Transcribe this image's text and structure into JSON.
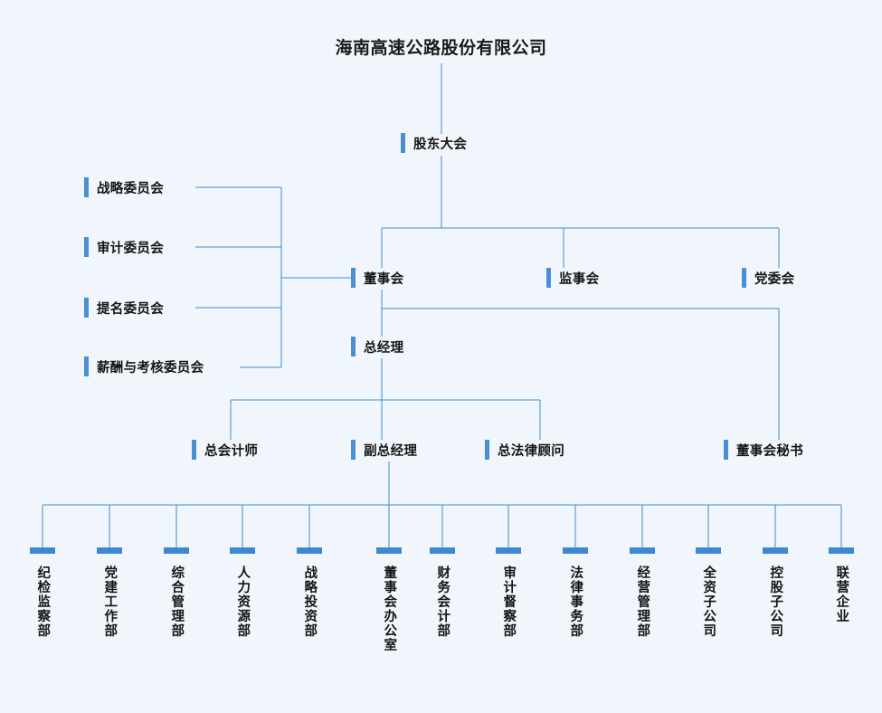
{
  "chart": {
    "title": "海南高速公路股份有限公司",
    "background_color": "#f1f6fc",
    "connector_color": "#3f8ccc",
    "marker_color": "#4a8ed4",
    "text_color": "#141414"
  },
  "nodes": {
    "shareholders": {
      "label": "股东大会"
    },
    "board": {
      "label": "董事会"
    },
    "supervisory": {
      "label": "监事会"
    },
    "party": {
      "label": "党委会"
    },
    "general_manager": {
      "label": "总经理"
    }
  },
  "committees": [
    {
      "label": "战略委员会"
    },
    {
      "label": "审计委员会"
    },
    {
      "label": "提名委员会"
    },
    {
      "label": "薪酬与考核委员会"
    }
  ],
  "executives": [
    {
      "label": "总会计师"
    },
    {
      "label": "副总经理"
    },
    {
      "label": "总法律顾问"
    },
    {
      "label": "董事会秘书"
    }
  ],
  "departments": [
    {
      "label": "纪检监察部"
    },
    {
      "label": "党建工作部"
    },
    {
      "label": "综合管理部"
    },
    {
      "label": "人力资源部"
    },
    {
      "label": "战略投资部"
    },
    {
      "label": "董事会办公室"
    },
    {
      "label": "财务会计部"
    },
    {
      "label": "审计督察部"
    },
    {
      "label": "法律事务部"
    },
    {
      "label": "经营管理部"
    },
    {
      "label": "全资子公司"
    },
    {
      "label": "控股子公司"
    },
    {
      "label": "联营企业"
    }
  ]
}
